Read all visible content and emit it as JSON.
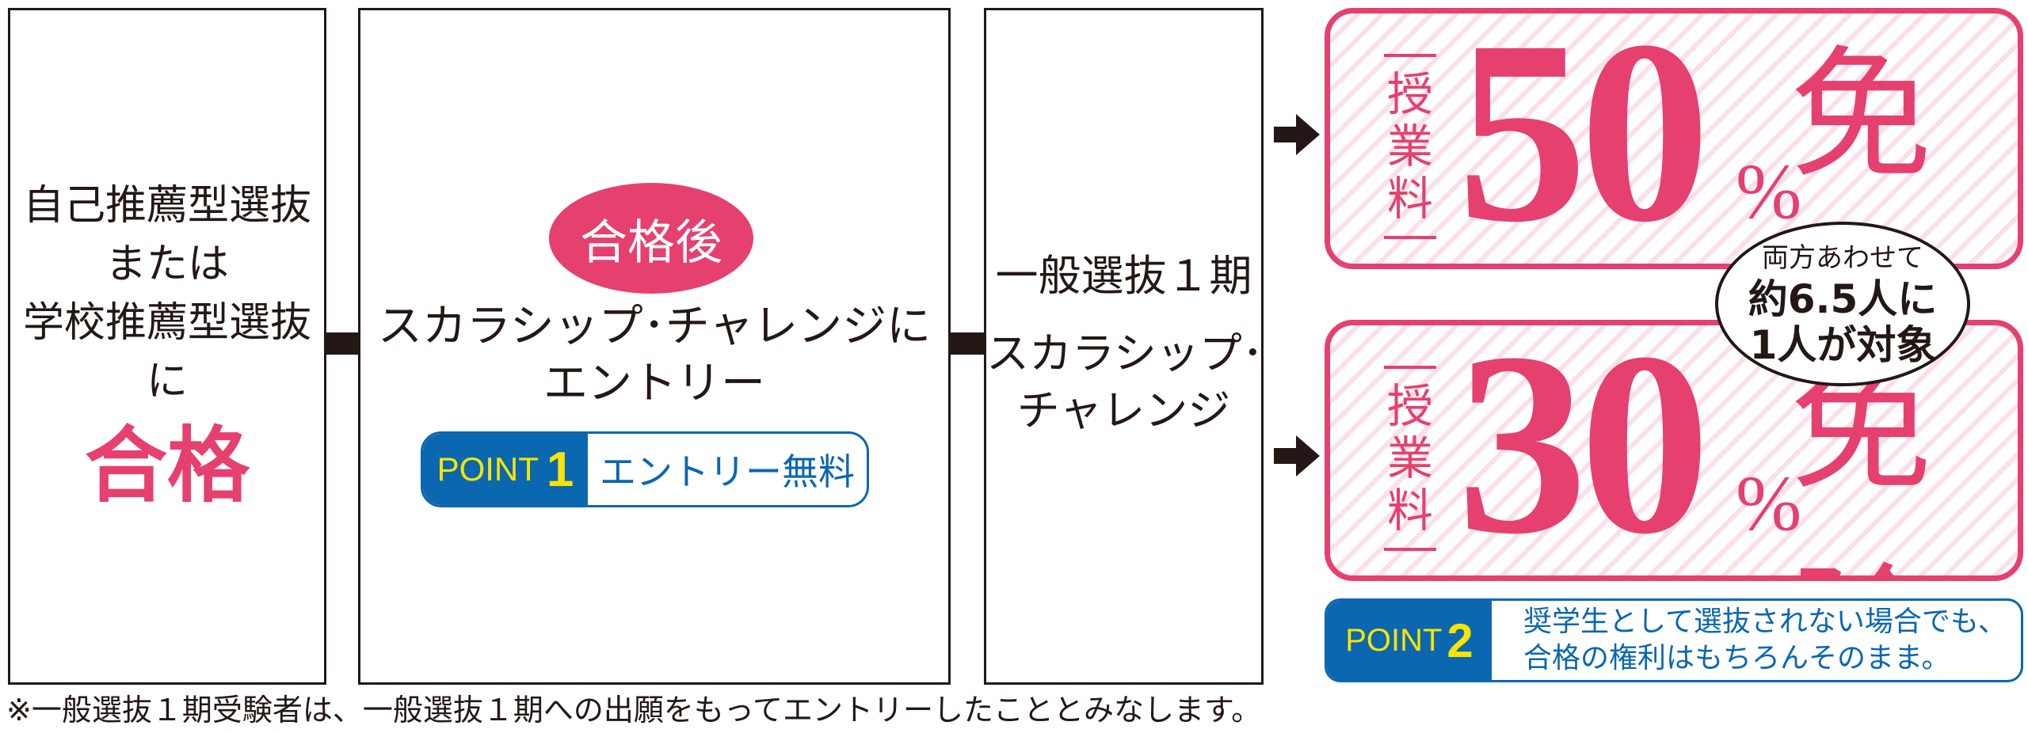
{
  "step1": {
    "lines": [
      "自己推薦型選抜",
      "または",
      "学校推薦型選抜に"
    ],
    "highlight": "合格"
  },
  "step2": {
    "badge": "合格後",
    "lines": [
      "スカラシップ･チャレンジに",
      "エントリー"
    ],
    "point": {
      "label": "POINT",
      "number": "1",
      "text": "エントリー無料"
    }
  },
  "step3": {
    "lines": [
      "一般選抜１期",
      "スカラシップ･",
      "チャレンジ"
    ]
  },
  "outcome_50": {
    "label_chars": [
      "授",
      "業",
      "料"
    ],
    "number": "50",
    "unit": "%",
    "word": "免除"
  },
  "outcome_30": {
    "label_chars": [
      "授",
      "業",
      "料"
    ],
    "number": "30",
    "unit": "%",
    "word": "免除"
  },
  "ratio_bubble": {
    "lines": [
      "両方あわせて",
      "約6.5人に",
      "1人が対象"
    ]
  },
  "point2": {
    "label": "POINT",
    "number": "2",
    "lines": [
      "奨学生として選抜されない場合でも、",
      "合格の権利はもちろんそのまま。"
    ]
  },
  "footnote": "※一般選抜１期受験者は、一般選抜１期への出願をもってエントリーしたこととみなします。",
  "colors": {
    "pink": "#e6406f",
    "blue": "#0a67b0",
    "yellow": "#f8e400",
    "ink": "#231815"
  }
}
